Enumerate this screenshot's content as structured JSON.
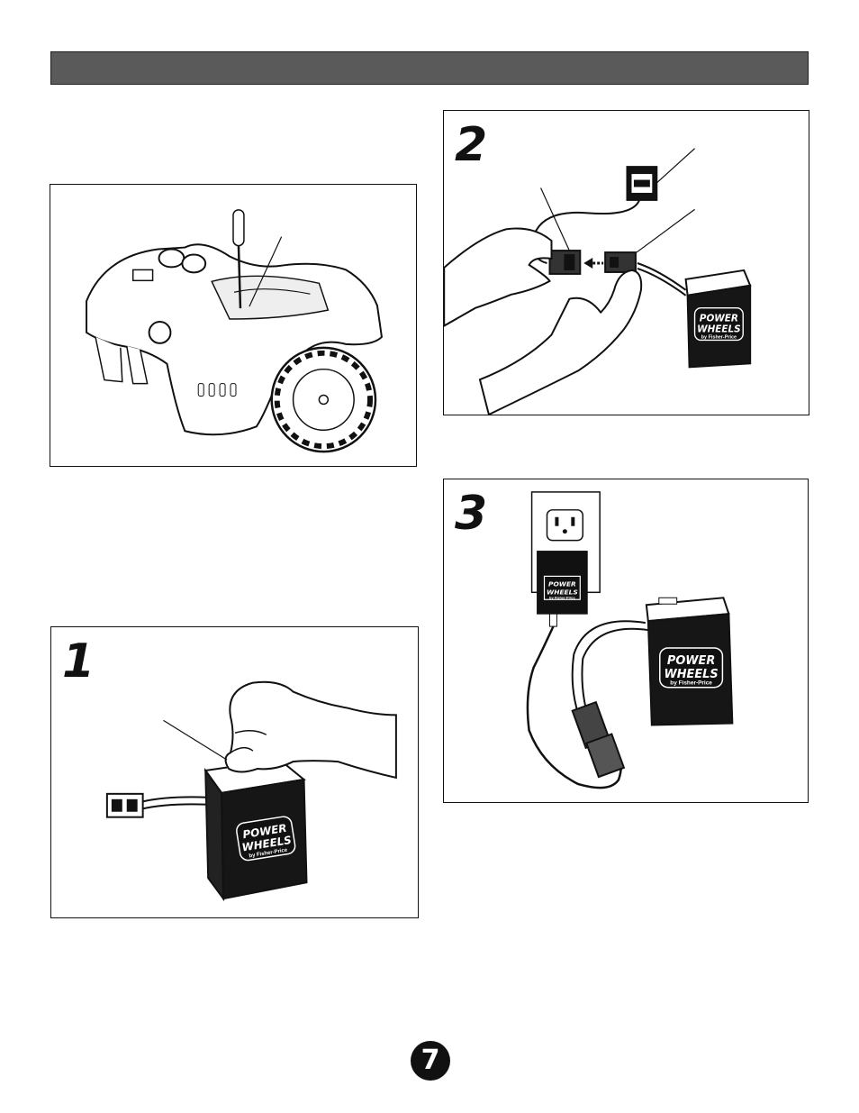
{
  "page": {
    "number": "7"
  },
  "steps": [
    {
      "id": "step-1",
      "number": "1"
    },
    {
      "id": "step-2",
      "number": "2"
    },
    {
      "id": "step-3",
      "number": "3"
    }
  ],
  "brand": {
    "line1": "POWER",
    "line2": "WHEELS",
    "line3": "by Fisher-Price"
  },
  "colors": {
    "header_bar": "#5a5a5a",
    "ink": "#111111",
    "battery": "#161616"
  },
  "icons": [
    "screwdriver-icon",
    "battery-icon",
    "charger-icon",
    "wall-outlet-icon",
    "hand-icon",
    "connector-icon",
    "arrow-icon"
  ]
}
